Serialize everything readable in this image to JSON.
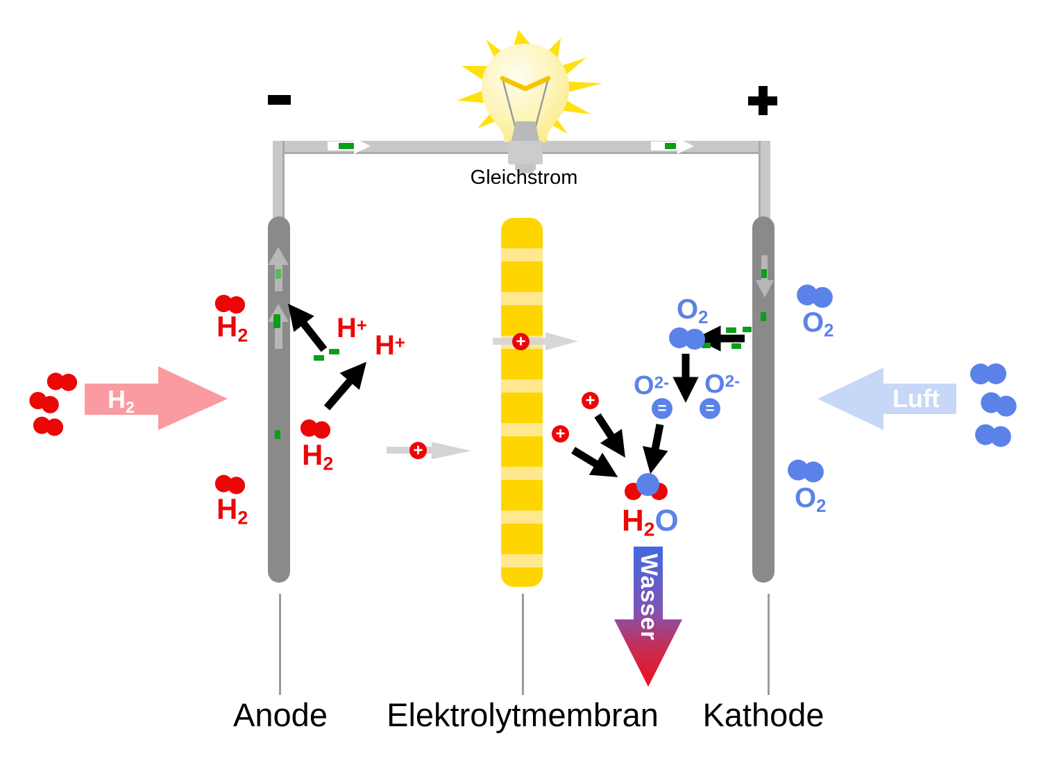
{
  "circuit": {
    "current_label": "Gleichstrom"
  },
  "terminals": {
    "negative": "−",
    "positive": "+"
  },
  "electrodes": {
    "anode": "Anode",
    "membrane": "Elektrolytmembran",
    "kathode": "Kathode"
  },
  "flows": {
    "air_in": "Luft",
    "water_out": "Wasser"
  },
  "chem": {
    "h2": {
      "base": "H",
      "sub": "2"
    },
    "h_plus": {
      "base": "H",
      "sup": "+"
    },
    "o2": {
      "base": "O",
      "sub": "2"
    },
    "o2_minus": {
      "base": "O",
      "sup": "2-"
    },
    "h2o": {
      "h": "H",
      "sub": "2",
      "o": "O"
    }
  },
  "ions": {
    "proton_symbol": "+",
    "oxide_symbol": "="
  },
  "colors": {
    "red": "#ec0707",
    "blue": "#5b82e8",
    "pink_arrow": "#fa9ba1",
    "light_blue_arrow": "#c7d7f8",
    "membrane_gold": "#ffd500",
    "membrane_light": "#ffe88e",
    "electrode_gray": "#8a8a8a",
    "wire_gray": "#c8c8c8",
    "electron_green": "#0b9e1d",
    "bulb_yellow": "#ffe011",
    "wasser_top": "#4169e1",
    "wasser_bottom": "#ed0f1e"
  }
}
